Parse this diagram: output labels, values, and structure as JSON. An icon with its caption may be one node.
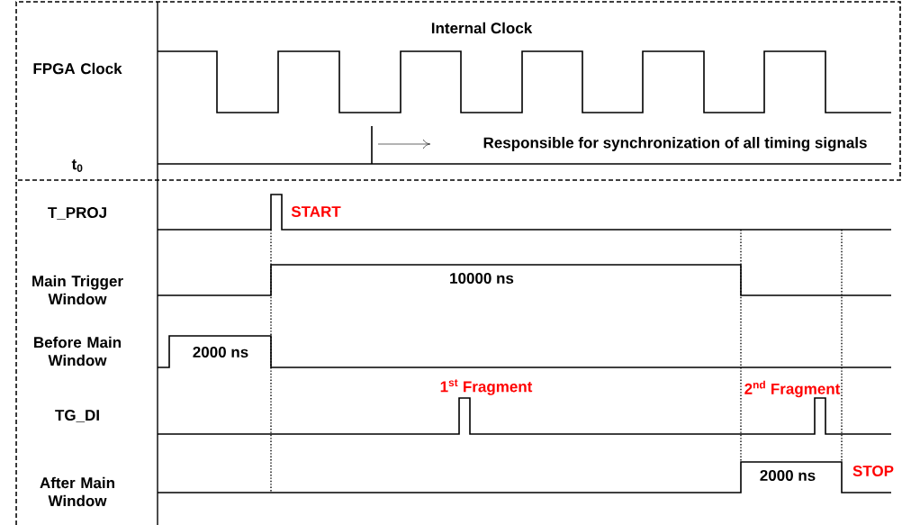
{
  "diagram": {
    "labels": [
      "Internal Clock",
      "FPGA Clock",
      "Responsible for synchronization of all timing signals",
      "t$_{0}$",
      "T_PROJ",
      "START",
      "Main Trigger Window",
      "10000 ns",
      "Before Main Window",
      "2000 ns",
      "1$^{st}$ Fragment",
      "TG_DI",
      "2$^{nd}$ Fragment",
      "After Main Window",
      "2000 ns",
      "STOP"
    ]
  }
}
